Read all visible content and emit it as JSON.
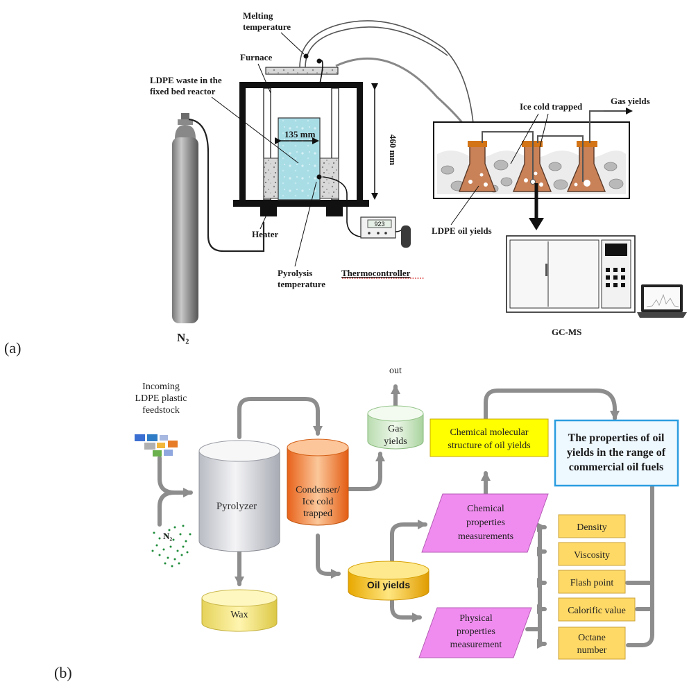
{
  "panel_a": {
    "panel_label": "(a)",
    "labels": {
      "melting": [
        "Melting",
        "temperature"
      ],
      "furnace": "Furnace",
      "ldpe_waste": [
        "LDPE waste in the",
        "fixed bed reactor"
      ],
      "diameter": "135 mm",
      "height": "460 mm",
      "heater": "Heater",
      "n2": "N₂",
      "pyrolysis": [
        "Pyrolysis",
        "temperature"
      ],
      "thermocontroller": "Thermocontroller",
      "display": "923",
      "ice_cold": "Ice cold trapped",
      "gas_yields": "Gas yields",
      "ldpe_oil": "LDPE oil yields",
      "gcms": "GC-MS"
    }
  },
  "panel_b": {
    "panel_label": "(b)",
    "labels": {
      "feedstock": [
        "Incoming",
        "LDPE plastic",
        "feedstock"
      ],
      "n2": "N₂",
      "pyrolyzer": "Pyrolyzer",
      "wax": "Wax",
      "condenser": [
        "Condenser/",
        "Ice cold",
        "trapped"
      ],
      "out": "out",
      "gas_yields": [
        "Gas",
        "yields"
      ],
      "oil_yields": "Oil yields",
      "chem_struct": [
        "Chemical molecular",
        "structure of oil yields"
      ],
      "properties": [
        "The properties of oil",
        "yields in the range of",
        "commercial oil fuels"
      ],
      "chem_props": [
        "Chemical",
        "properties",
        "measurements"
      ],
      "phys_props": [
        "Physical",
        "properties",
        "measurement"
      ],
      "density": "Density",
      "viscosity": "Viscosity",
      "flash": "Flash point",
      "calorific": "Calorific value",
      "octane": [
        "Octane",
        "number"
      ]
    }
  }
}
